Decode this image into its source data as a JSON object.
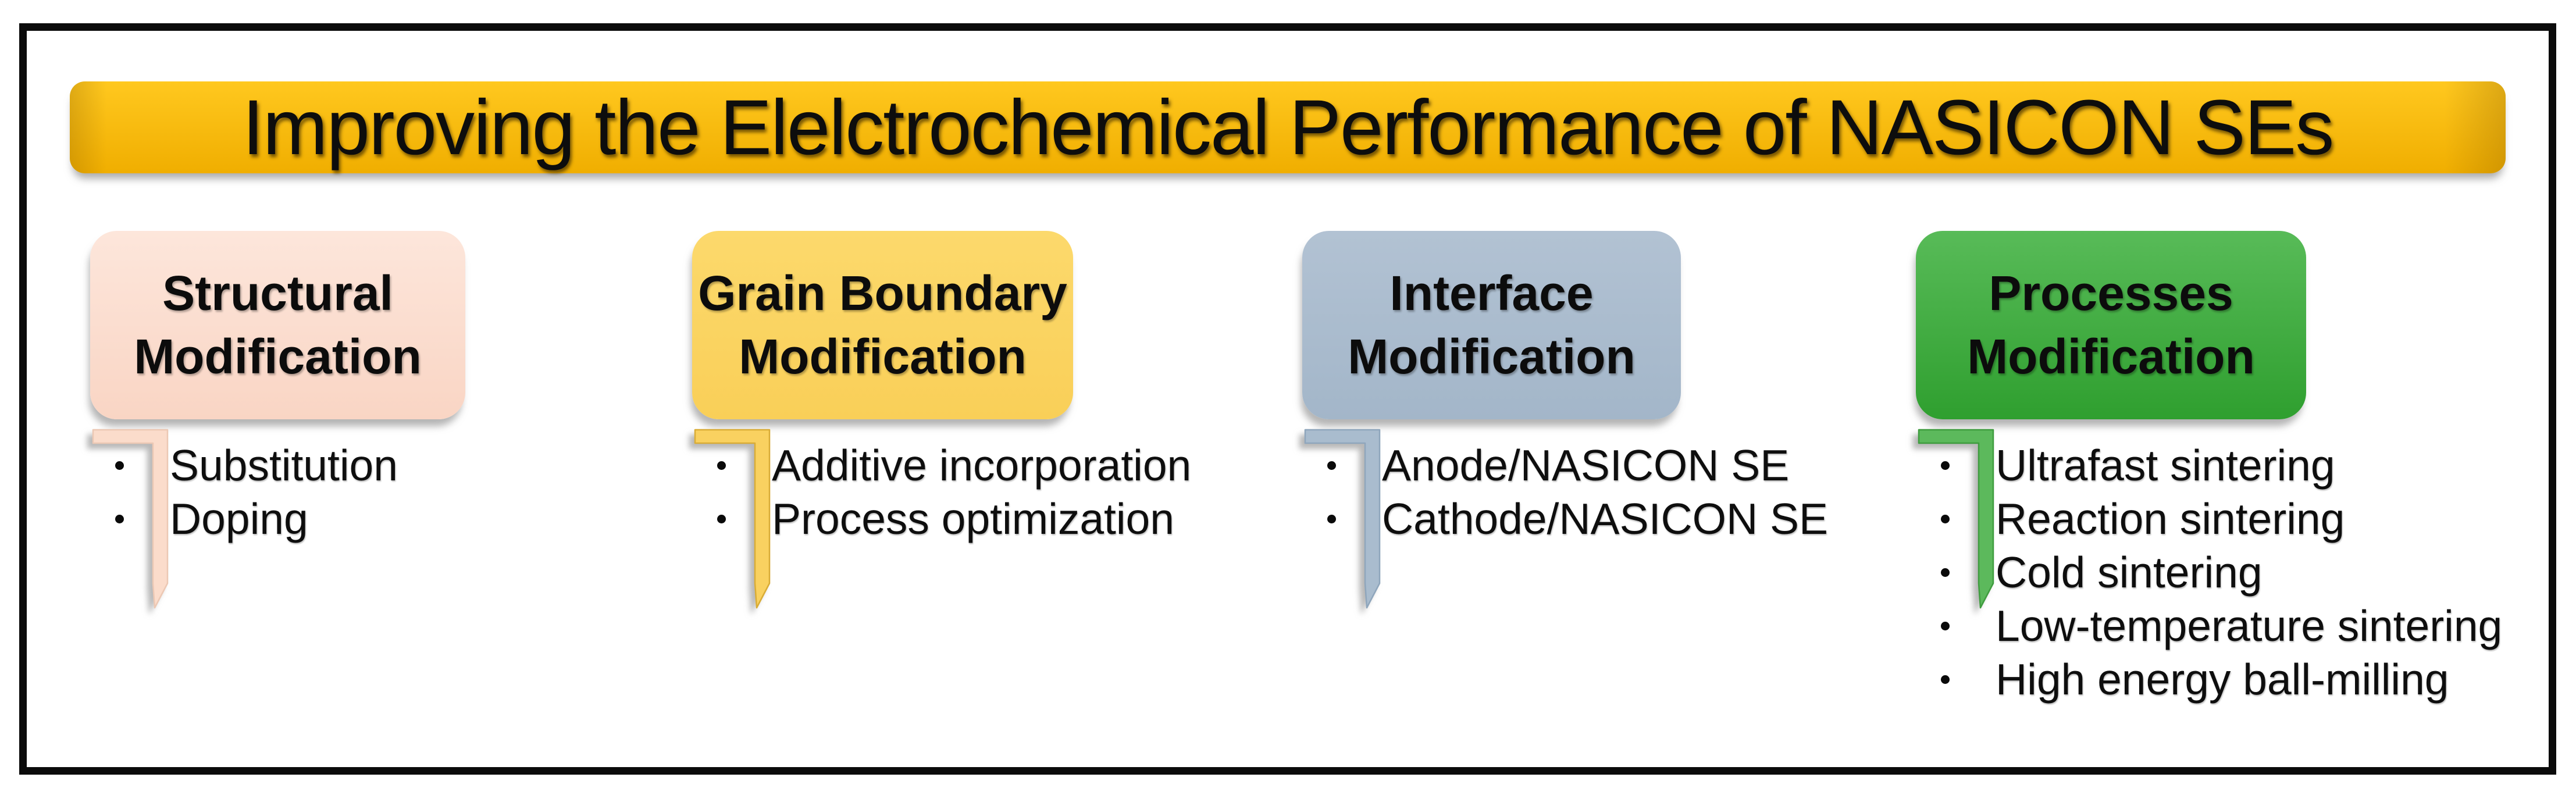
{
  "title": {
    "text": "Improving the Elelctrochemical Performance of NASICON SEs",
    "bg_top": "#FFC81F",
    "bg_bottom": "#F0AE00"
  },
  "columns": [
    {
      "name": "structural-modification",
      "heading_line1": "Structural",
      "heading_line2": "Modification",
      "colors": {
        "box_top": "#FDE6DB",
        "box_bottom": "#F9D5C4",
        "connector": "#FBDCCB",
        "connector_border": "#ECC8B4"
      },
      "items": [
        "Substitution",
        "Doping"
      ]
    },
    {
      "name": "grain-boundary-modification",
      "heading_line1": "Grain Boundary",
      "heading_line2": "Modification",
      "colors": {
        "box_top": "#FCD96C",
        "box_bottom": "#F9CF58",
        "connector": "#F9D160",
        "connector_border": "#D9AC36"
      },
      "items": [
        "Additive incorporation",
        "Process optimization"
      ]
    },
    {
      "name": "interface-modification",
      "heading_line1": "Interface",
      "heading_line2": "Modification",
      "colors": {
        "box_top": "#B2C2D3",
        "box_bottom": "#A3B6C9",
        "connector": "#A9BCCE",
        "connector_border": "#8FA6BC"
      },
      "items": [
        "Anode/NASICON SE",
        "Cathode/NASICON SE"
      ]
    },
    {
      "name": "processes-modification",
      "heading_line1": "Processes",
      "heading_line2": "Modification",
      "colors": {
        "box_top": "#58BB58",
        "box_bottom": "#2F9F2F",
        "connector": "#5CB95C",
        "connector_border": "#3F9C3F"
      },
      "items": [
        "Ultrafast sintering",
        "Reaction sintering",
        "Cold sintering",
        "Low-temperature sintering",
        "High energy ball-milling"
      ]
    }
  ]
}
